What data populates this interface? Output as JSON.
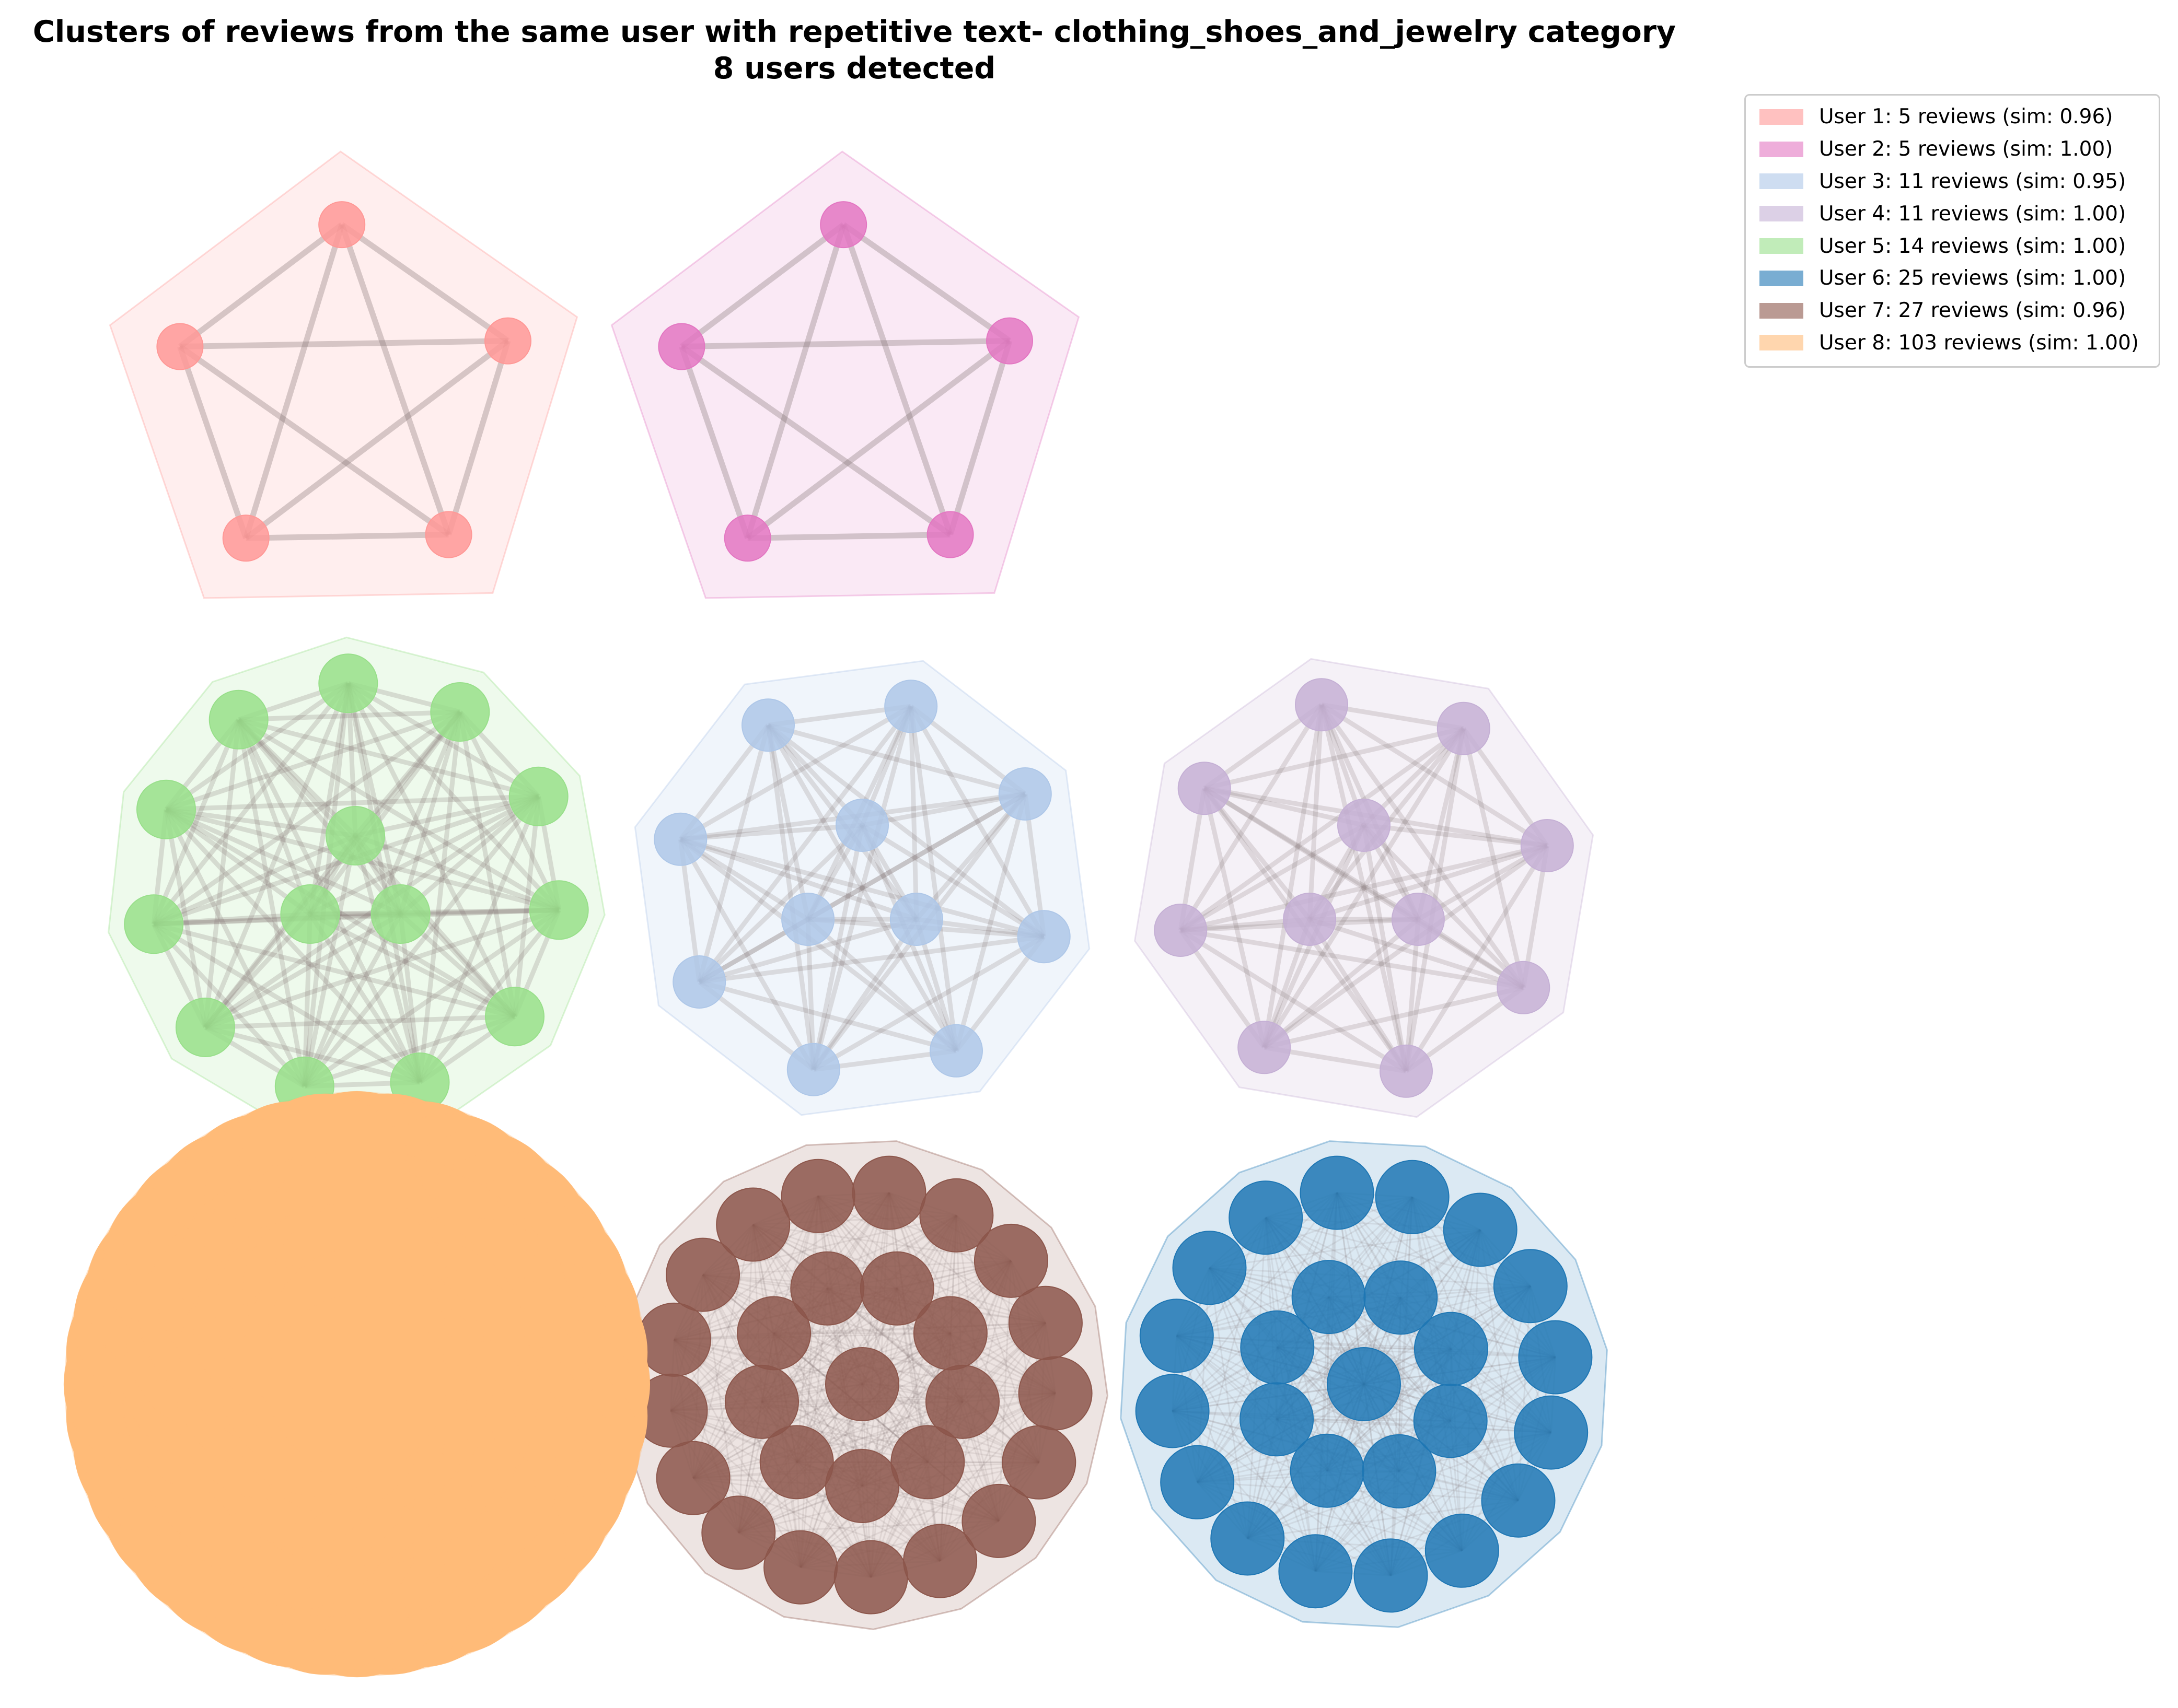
{
  "title": {
    "line1": "Clusters of reviews from the same user with repetitive text- clothing_shoes_and_jewelry category",
    "line2": "8 users detected"
  },
  "legend": [
    {
      "label": "User 1: 5 reviews (sim: 0.96)",
      "color": "#ff9896"
    },
    {
      "label": "User 2: 5 reviews (sim: 1.00)",
      "color": "#e377c2"
    },
    {
      "label": "User 3: 11 reviews (sim: 0.95)",
      "color": "#aec7e8"
    },
    {
      "label": "User 4: 11 reviews (sim: 1.00)",
      "color": "#c5b0d5"
    },
    {
      "label": "User 5: 14 reviews (sim: 1.00)",
      "color": "#98df8a"
    },
    {
      "label": "User 6: 25 reviews (sim: 1.00)",
      "color": "#1f77b4"
    },
    {
      "label": "User 7: 27 reviews (sim: 0.96)",
      "color": "#8c564b"
    },
    {
      "label": "User 8: 103 reviews (sim: 1.00)",
      "color": "#ffbb78"
    }
  ],
  "clusters": [
    {
      "user": 1,
      "reviews": 5,
      "sim": 0.96,
      "color": "#ff9896"
    },
    {
      "user": 2,
      "reviews": 5,
      "sim": 1.0,
      "color": "#e377c2"
    },
    {
      "user": 3,
      "reviews": 11,
      "sim": 0.95,
      "color": "#aec7e8"
    },
    {
      "user": 4,
      "reviews": 11,
      "sim": 1.0,
      "color": "#c5b0d5"
    },
    {
      "user": 5,
      "reviews": 14,
      "sim": 1.0,
      "color": "#98df8a"
    },
    {
      "user": 6,
      "reviews": 25,
      "sim": 1.0,
      "color": "#1f77b4"
    },
    {
      "user": 7,
      "reviews": 27,
      "sim": 0.96,
      "color": "#8c564b"
    },
    {
      "user": 8,
      "reviews": 103,
      "sim": 1.0,
      "color": "#ffbb78"
    }
  ]
}
